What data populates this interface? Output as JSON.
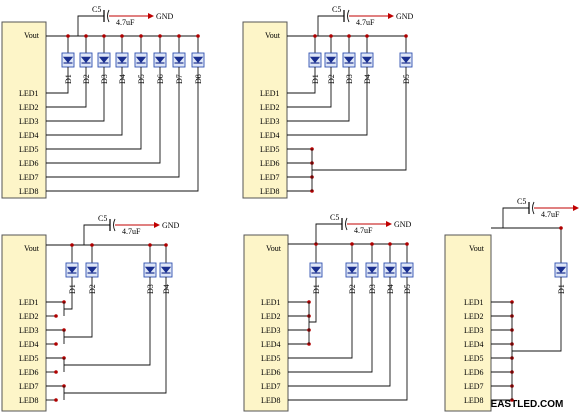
{
  "circuit_labels": {
    "vout": "Vout",
    "led_pins": [
      "LED1",
      "LED2",
      "LED3",
      "LED4",
      "LED5",
      "LED6",
      "LED7",
      "LED8"
    ],
    "capacitor_ref": "C5",
    "capacitor_value": "4.7uF",
    "ground": "GND"
  },
  "circuits": [
    {
      "name": "circuit-1",
      "diodes": [
        "D1",
        "D2",
        "D3",
        "D4",
        "D5",
        "D6",
        "D7",
        "D8"
      ]
    },
    {
      "name": "circuit-2",
      "diodes": [
        "D1",
        "D2",
        "D3",
        "D4",
        "D5"
      ]
    },
    {
      "name": "circuit-3",
      "diodes": [
        "D1",
        "D2",
        "D3",
        "D4"
      ]
    },
    {
      "name": "circuit-4",
      "diodes": [
        "D1",
        "D2",
        "D3",
        "D4",
        "D5"
      ]
    },
    {
      "name": "circuit-5",
      "diodes": [
        "D1"
      ]
    }
  ],
  "watermark": "WWW.EASTLED.COM",
  "colors": {
    "chip_fill": "#fdf5c8",
    "diode_blue": "#1a2f8f",
    "node_red": "#b00000"
  }
}
